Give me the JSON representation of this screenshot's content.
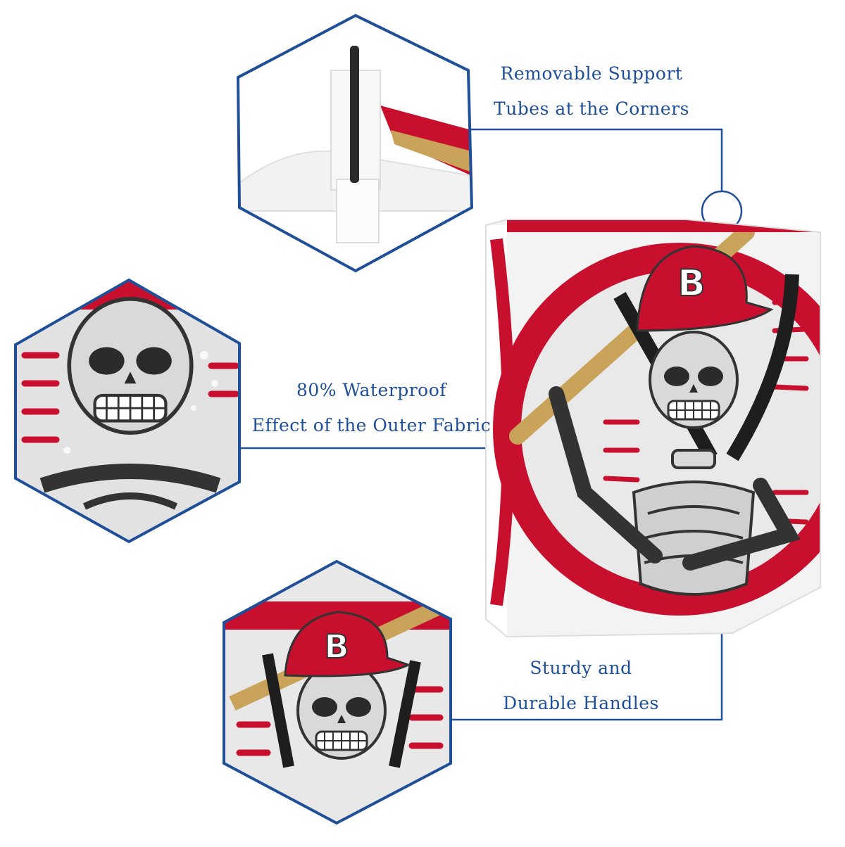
{
  "callouts": {
    "support_tubes": {
      "line1": "Removable Support",
      "line2": "Tubes at the Corners"
    },
    "waterproof": {
      "line1": "80% Waterproof",
      "line2": "Effect of the Outer Fabric"
    },
    "handles": {
      "line1": "Sturdy and",
      "line2": "Durable Handles"
    }
  },
  "product": {
    "cap_letter": "B"
  },
  "colors": {
    "accent": "#1f4f98",
    "red": "#c8102e",
    "bone": "#d9d9d9",
    "bat": "#c9a35a"
  }
}
